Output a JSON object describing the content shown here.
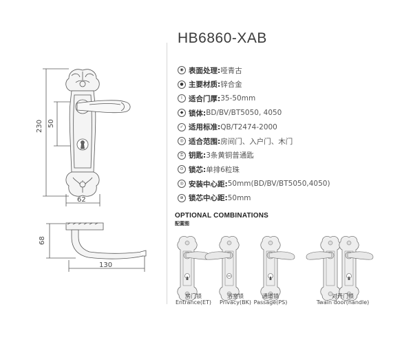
{
  "product": {
    "model": "HB6860-XAB"
  },
  "dimensions": {
    "height_total": "230",
    "center_distance": "50",
    "plate_width": "62",
    "handle_height": "68",
    "handle_length": "130"
  },
  "specs": [
    {
      "icon": "finish-icon",
      "label": "表面处理:",
      "value": "哑青古"
    },
    {
      "icon": "material-icon",
      "label": "主要材质:",
      "value": "锌合金"
    },
    {
      "icon": "door-thickness-icon",
      "label": "适合门厚:",
      "value": "35-50mm"
    },
    {
      "icon": "lock-body-icon",
      "label": "锁体:",
      "value": "BD/BV/BT5050, 4050"
    },
    {
      "icon": "standard-icon",
      "label": "适用标准:",
      "value": "QB/T2474-2000"
    },
    {
      "icon": "scope-icon",
      "label": "适合范围:",
      "value": "房间门、入户门、木门"
    },
    {
      "icon": "key-icon",
      "label": "钥匙:",
      "value": "3条黄铜普通匙"
    },
    {
      "icon": "cylinder-icon",
      "label": "锁芯:",
      "value": "单排6粒珠"
    },
    {
      "icon": "center-distance-icon",
      "label": "安装中心距:",
      "value": "50mm(BD/BV/BT5050,4050)"
    },
    {
      "icon": "cylinder-distance-icon",
      "label": "锁芯中心距:",
      "value": "50mm"
    }
  ],
  "combinations": {
    "title": "OPTIONAL COMBINATIONS",
    "subtitle": "配置图",
    "items": [
      {
        "cn": "房门锁",
        "en": "Entrance(ET)"
      },
      {
        "cn": "浴室锁",
        "en": "Privacy(BK)"
      },
      {
        "cn": "通道锁",
        "en": "Passage(PS)"
      },
      {
        "cn": "对开门锁",
        "en": "Twain door(handle)"
      }
    ]
  },
  "colors": {
    "line": "#555555",
    "plate_fill": "#f0f0f0",
    "text": "#444444"
  }
}
